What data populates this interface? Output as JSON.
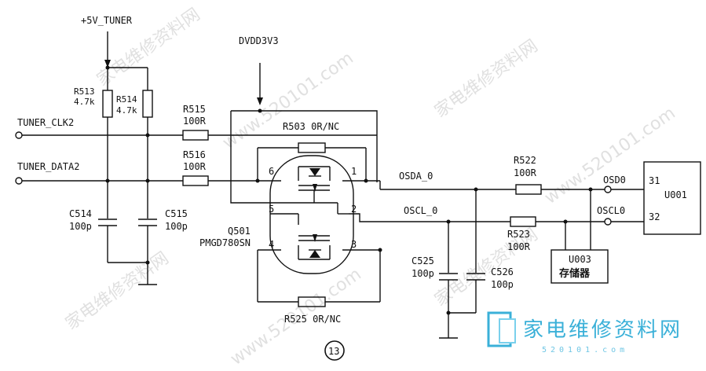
{
  "labels": {
    "tuner_rail": "+5V_TUNER",
    "dvdd": "DVDD3V3",
    "tuner_clk": "TUNER_CLK2",
    "tuner_data": "TUNER_DATA2",
    "r513": "R513",
    "r513_val": "4.7k",
    "r514": "R514",
    "r514_val": "4.7k",
    "r515": "R515",
    "r515_val": "100R",
    "r516": "R516",
    "r516_val": "100R",
    "r503": "R503 0R/NC",
    "r525": "R525 0R/NC",
    "c514": "C514",
    "c514_val": "100p",
    "c515": "C515",
    "c515_val": "100p",
    "q501": "Q501",
    "q501_part": "PMGD780SN",
    "pin1": "1",
    "pin2": "2",
    "pin3": "3",
    "pin4": "4",
    "pin5": "5",
    "pin6": "6",
    "osda": "OSDA_0",
    "oscl": "OSCL_0",
    "r522": "R522",
    "r522_val": "100R",
    "r523": "R523",
    "r523_val": "100R",
    "c525": "C525",
    "c525_val": "100p",
    "c526": "C526",
    "c526_val": "100p",
    "u003": "U003",
    "u003_desc": "存储器",
    "osd0": "OSD0",
    "oscl0": "OSCL0",
    "u001": "U001",
    "u001_pin31": "31",
    "u001_pin32": "32",
    "page_num": "13"
  },
  "watermark": {
    "text1": "家电维修资料网",
    "text2": "www.520101.com",
    "logo_cn": "家电维修资料网",
    "logo_url": "520101.com"
  },
  "colors": {
    "ink": "#111111",
    "watermark": "#c8c8c8",
    "logo": "#3ab0d8"
  }
}
